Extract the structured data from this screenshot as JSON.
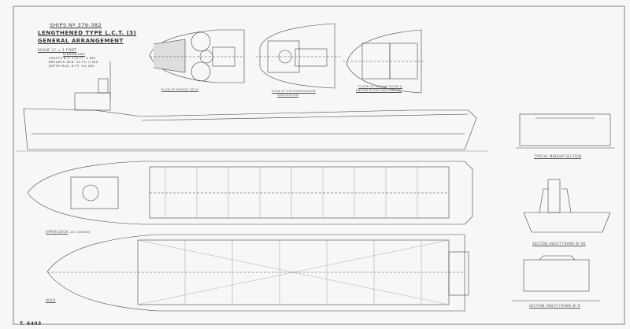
{
  "title_block": {
    "ships": "SHIPS Nº 379-382",
    "type": "LENGTHENED TYPE L.C.T. (3)",
    "title": "GENERAL ARRANGEMENT",
    "scale": "SCALE ¼\" = 1 FOOT",
    "dimensions_heading": "DIMENSIONS",
    "dimensions": [
      "LENGTH   B.P.   173 FT. 0 INS.",
      "BREADTH  MLD.   34 FT. 0 INS.",
      "DEPTH    MLD.   8 FT. 9¾ INS."
    ]
  },
  "views": {
    "bridge_deck": "PLAN OF BRIDGE DECK",
    "accommodation": [
      "PLAN OF ACCOMMODATION",
      "VENTILATION"
    ],
    "engine_room": [
      "FLOOR OF ENGINE ROOM &",
      "ENGINE ROOM VENTILATION"
    ],
    "upper_deck": "UPPER DECK",
    "upper_deck_note": "(AS CAMBER)",
    "hold": "HOLD",
    "midship": "TYPICAL MIDSHIP SECTION",
    "frame_66": "SECTION ABOUT FRAME Nº 66",
    "frame_8": "SECTION ABOUT FRAME Nº 8"
  },
  "drawing_number": "T. 6403",
  "colors": {
    "paper": "#f7f7f5",
    "ink": "#3a3a3a"
  }
}
